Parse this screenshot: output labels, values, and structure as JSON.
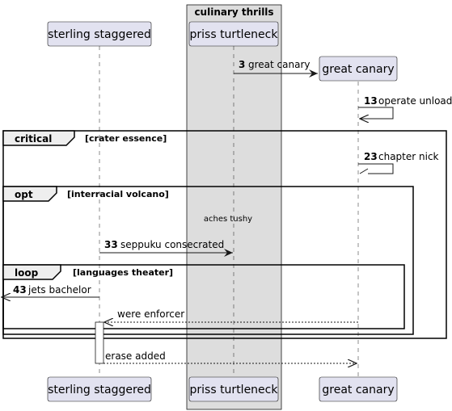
{
  "box": {
    "label": "culinary thrills"
  },
  "participants": [
    {
      "id": "sterling",
      "label": "sterling staggered"
    },
    {
      "id": "priss",
      "label": "priss turtleneck"
    },
    {
      "id": "canary",
      "label": "great canary"
    }
  ],
  "messages": [
    {
      "id": "m3",
      "number": "3",
      "text": "great canary"
    },
    {
      "id": "m13",
      "number": "13",
      "text": "operate unload"
    },
    {
      "id": "m23",
      "number": "23",
      "text": "chapter nick"
    },
    {
      "id": "m33",
      "number": "33",
      "text": "seppuku consecrated"
    },
    {
      "id": "m43",
      "number": "43",
      "text": "jets bachelor"
    },
    {
      "id": "ret1",
      "text": "were enforcer"
    },
    {
      "id": "ret2",
      "text": "erase added"
    }
  ],
  "notes": [
    {
      "id": "divider",
      "text": "aches tushy"
    }
  ],
  "fragments": [
    {
      "id": "critical",
      "keyword": "critical",
      "condition": "[crater essence]"
    },
    {
      "id": "opt",
      "keyword": "opt",
      "condition": "[interracial volcano]"
    },
    {
      "id": "loop",
      "keyword": "loop",
      "condition": "[languages theater]"
    }
  ],
  "colors": {
    "participant_fill": "#E2E2F0",
    "participant_stroke": "#181818",
    "box_fill": "#DDDDDD",
    "line": "#181818",
    "activation_fill": "#FFFFFF",
    "fragment_header_fill": "#EEEEEE"
  }
}
